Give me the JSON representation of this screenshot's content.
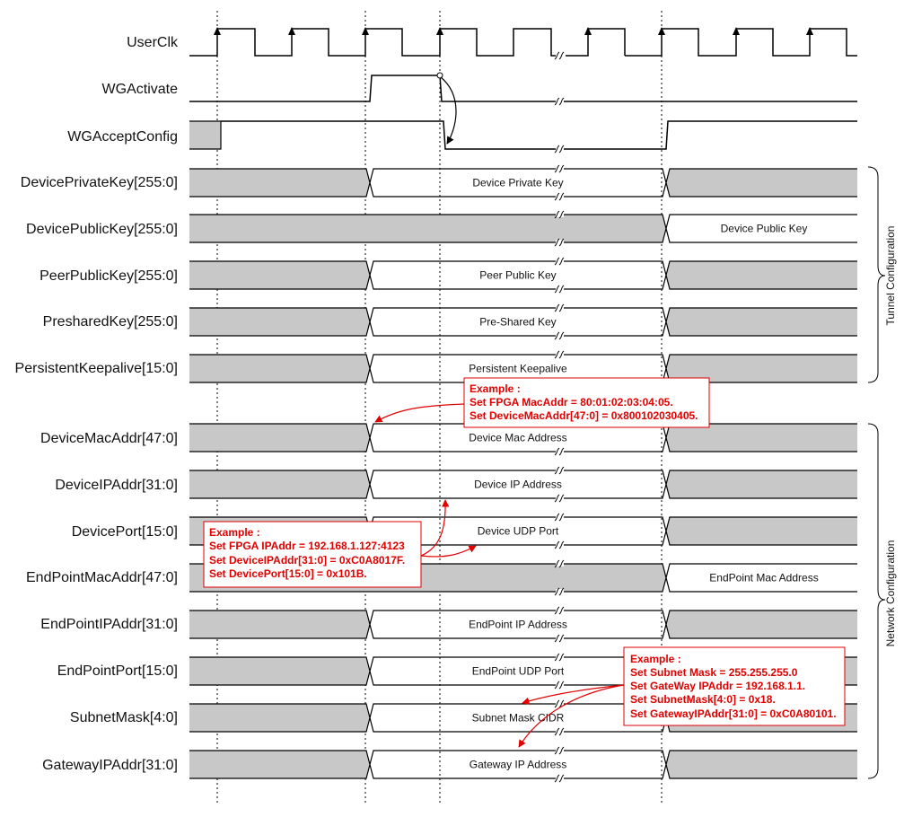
{
  "colors": {
    "line": "#000000",
    "gray": "#c8c8c8",
    "annotation": "#e00000",
    "background": "#ffffff"
  },
  "signals": [
    {
      "id": "userclk",
      "label": "UserClk",
      "kind": "clock"
    },
    {
      "id": "wgactivate",
      "label": "WGActivate",
      "kind": "pulse"
    },
    {
      "id": "wgacceptconfig",
      "label": "WGAcceptConfig",
      "kind": "accept"
    },
    {
      "id": "deviceprivatekey",
      "label": "DevicePrivateKey[255:0]",
      "kind": "bus-a",
      "value": "Device Private Key"
    },
    {
      "id": "devicepublickey",
      "label": "DevicePublicKey[255:0]",
      "kind": "bus-b",
      "value": "Device Public Key"
    },
    {
      "id": "peerpublickey",
      "label": "PeerPublicKey[255:0]",
      "kind": "bus-a",
      "value": "Peer Public Key"
    },
    {
      "id": "presharedkey",
      "label": "PresharedKey[255:0]",
      "kind": "bus-a",
      "value": "Pre-Shared Key"
    },
    {
      "id": "persistentkeepalive",
      "label": "PersistentKeepalive[15:0]",
      "kind": "bus-a",
      "value": "Persistent Keepalive"
    },
    {
      "id": "devicemacaddr",
      "label": "DeviceMacAddr[47:0]",
      "kind": "bus-a",
      "value": "Device Mac Address"
    },
    {
      "id": "deviceipaddr",
      "label": "DeviceIPAddr[31:0]",
      "kind": "bus-a",
      "value": "Device IP Address"
    },
    {
      "id": "deviceport",
      "label": "DevicePort[15:0]",
      "kind": "bus-a",
      "value": "Device UDP Port"
    },
    {
      "id": "endpointmacaddr",
      "label": "EndPointMacAddr[47:0]",
      "kind": "bus-b",
      "value": "EndPoint Mac Address"
    },
    {
      "id": "endpointipaddr",
      "label": "EndPointIPAddr[31:0]",
      "kind": "bus-a",
      "value": "EndPoint IP Address"
    },
    {
      "id": "endpointport",
      "label": "EndPointPort[15:0]",
      "kind": "bus-a",
      "value": "EndPoint UDP Port"
    },
    {
      "id": "subnetmask",
      "label": "SubnetMask[4:0]",
      "kind": "bus-a",
      "value": "Subnet Mask CIDR"
    },
    {
      "id": "gatewayipaddr",
      "label": "GatewayIPAddr[31:0]",
      "kind": "bus-a",
      "value": "Gateway IP Address"
    }
  ],
  "groups": [
    {
      "id": "tunnel",
      "label": "Tunnel Configuration"
    },
    {
      "id": "network",
      "label": "Network Configuration"
    }
  ],
  "annotations": [
    {
      "id": "mac-example",
      "lines": [
        "Example :",
        "Set FPGA MacAddr = 80:01:02:03:04:05.",
        "Set DeviceMacAddr[47:0] = 0x800102030405."
      ]
    },
    {
      "id": "ip-example",
      "lines": [
        "Example :",
        "Set FPGA IPAddr = 192.168.1.127:4123",
        "Set DeviceIPAddr[31:0] = 0xC0A8017F.",
        "Set DevicePort[15:0] = 0x101B."
      ]
    },
    {
      "id": "subnet-example",
      "lines": [
        "Example :",
        "Set Subnet Mask = 255.255.255.0",
        "Set GateWay IPAddr = 192.168.1.1.",
        "Set SubnetMask[4:0] = 0x18.",
        "Set GatewayIPAddr[31:0] = 0xC0A80101."
      ]
    }
  ]
}
